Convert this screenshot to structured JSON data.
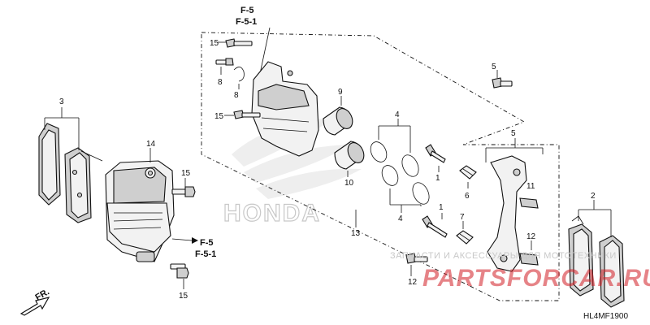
{
  "callouts": [
    {
      "id": "label-3",
      "text": "3"
    },
    {
      "id": "label-14",
      "text": "14"
    },
    {
      "id": "label-15a",
      "text": "15"
    },
    {
      "id": "label-15b",
      "text": "15"
    },
    {
      "id": "label-15c",
      "text": "15"
    },
    {
      "id": "label-15d",
      "text": "15"
    },
    {
      "id": "label-8a",
      "text": "8"
    },
    {
      "id": "label-8b",
      "text": "8"
    },
    {
      "id": "label-9",
      "text": "9"
    },
    {
      "id": "label-10",
      "text": "10"
    },
    {
      "id": "label-4a",
      "text": "4"
    },
    {
      "id": "label-4b",
      "text": "4"
    },
    {
      "id": "label-1a",
      "text": "1"
    },
    {
      "id": "label-1b",
      "text": "1"
    },
    {
      "id": "label-6",
      "text": "6"
    },
    {
      "id": "label-7",
      "text": "7"
    },
    {
      "id": "label-5a",
      "text": "5"
    },
    {
      "id": "label-5b",
      "text": "5"
    },
    {
      "id": "label-11",
      "text": "11"
    },
    {
      "id": "label-12a",
      "text": "12"
    },
    {
      "id": "label-12b",
      "text": "12"
    },
    {
      "id": "label-13",
      "text": "13"
    },
    {
      "id": "label-2",
      "text": "2"
    }
  ],
  "references": {
    "top_ref_1": "F-5",
    "top_ref_2": "F-5-1",
    "side_ref_1": "F-5",
    "side_ref_2": "F-5-1"
  },
  "front_arrow": "FR.",
  "diagram_code": "HL4MF1900",
  "watermark": {
    "brand": "HONDA",
    "caption": "ЗАПЧАСТИ И АКСЕССУАРЫ ДЛЯ МОТОТЕХНИКИ",
    "site": "PARTSFORCAR.RU"
  },
  "colors": {
    "line": "#111111",
    "watermark_red": "#d21f26",
    "watermark_gray": "#c8c8c8"
  }
}
